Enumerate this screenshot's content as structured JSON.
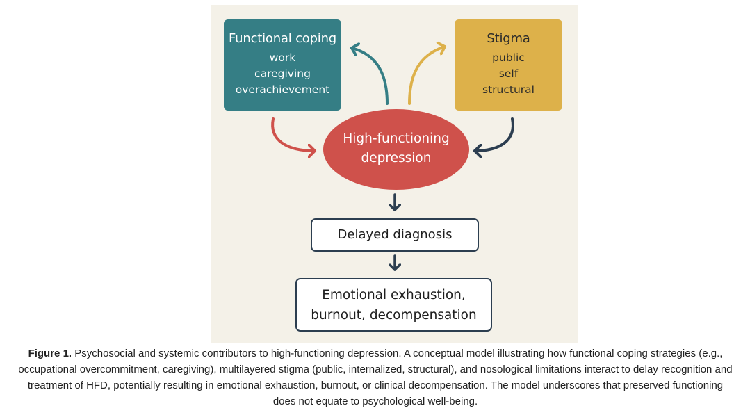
{
  "diagram": {
    "coping": {
      "title": "Functional coping",
      "items": [
        "work",
        "caregiving",
        "overachievement"
      ],
      "color": "#357e85"
    },
    "stigma": {
      "title": "Stigma",
      "items": [
        "public",
        "self",
        "structural"
      ],
      "color": "#ddb14a"
    },
    "hfd": {
      "lines": [
        "High-functioning",
        "depression"
      ],
      "color": "#cf514b"
    },
    "delayed": {
      "label": "Delayed diagnosis"
    },
    "outcome": {
      "lines": [
        "Emotional exhaustion,",
        "burnout, decompensation"
      ]
    },
    "arrow_colors": {
      "coping_up": "#357e85",
      "stigma_up": "#ddb14a",
      "coping_down": "#cf514b",
      "stigma_down": "#2c3e50",
      "flow": "#2c3e50"
    }
  },
  "caption": {
    "label": "Figure 1.",
    "text": " Psychosocial and systemic contributors to high-functioning depression. A conceptual model illustrating how functional coping strategies (e.g., occupational overcommitment, caregiving), multilayered stigma (public, internalized, structural), and nosological limitations interact to delay recognition and treatment of HFD, potentially resulting in emotional exhaustion, burnout, or clinical decompensation. The model underscores that preserved functioning does not equate to psychological well-being."
  }
}
